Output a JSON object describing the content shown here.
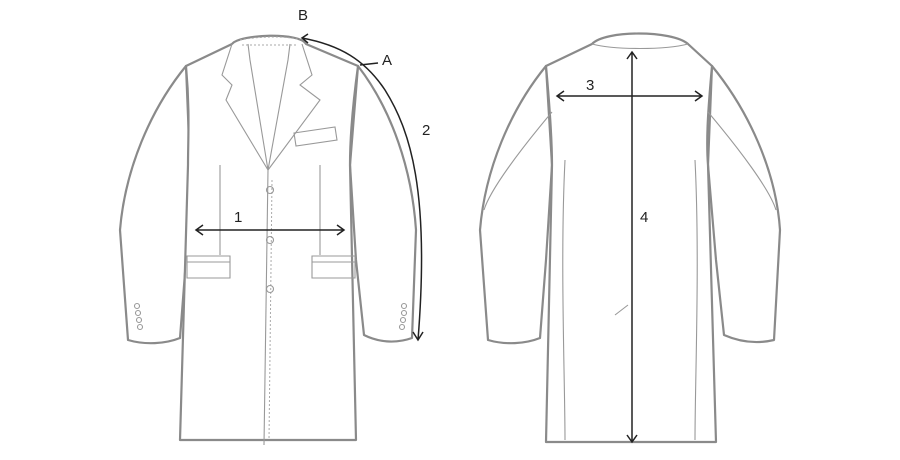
{
  "diagram": {
    "subject": "coat",
    "colors": {
      "outline": "#8a8a8a",
      "measure": "#222222"
    },
    "front_labels": {
      "b": "B",
      "a": "A",
      "m1": "1",
      "m2": "2"
    },
    "back_labels": {
      "m3": "3",
      "m4": "4"
    }
  }
}
